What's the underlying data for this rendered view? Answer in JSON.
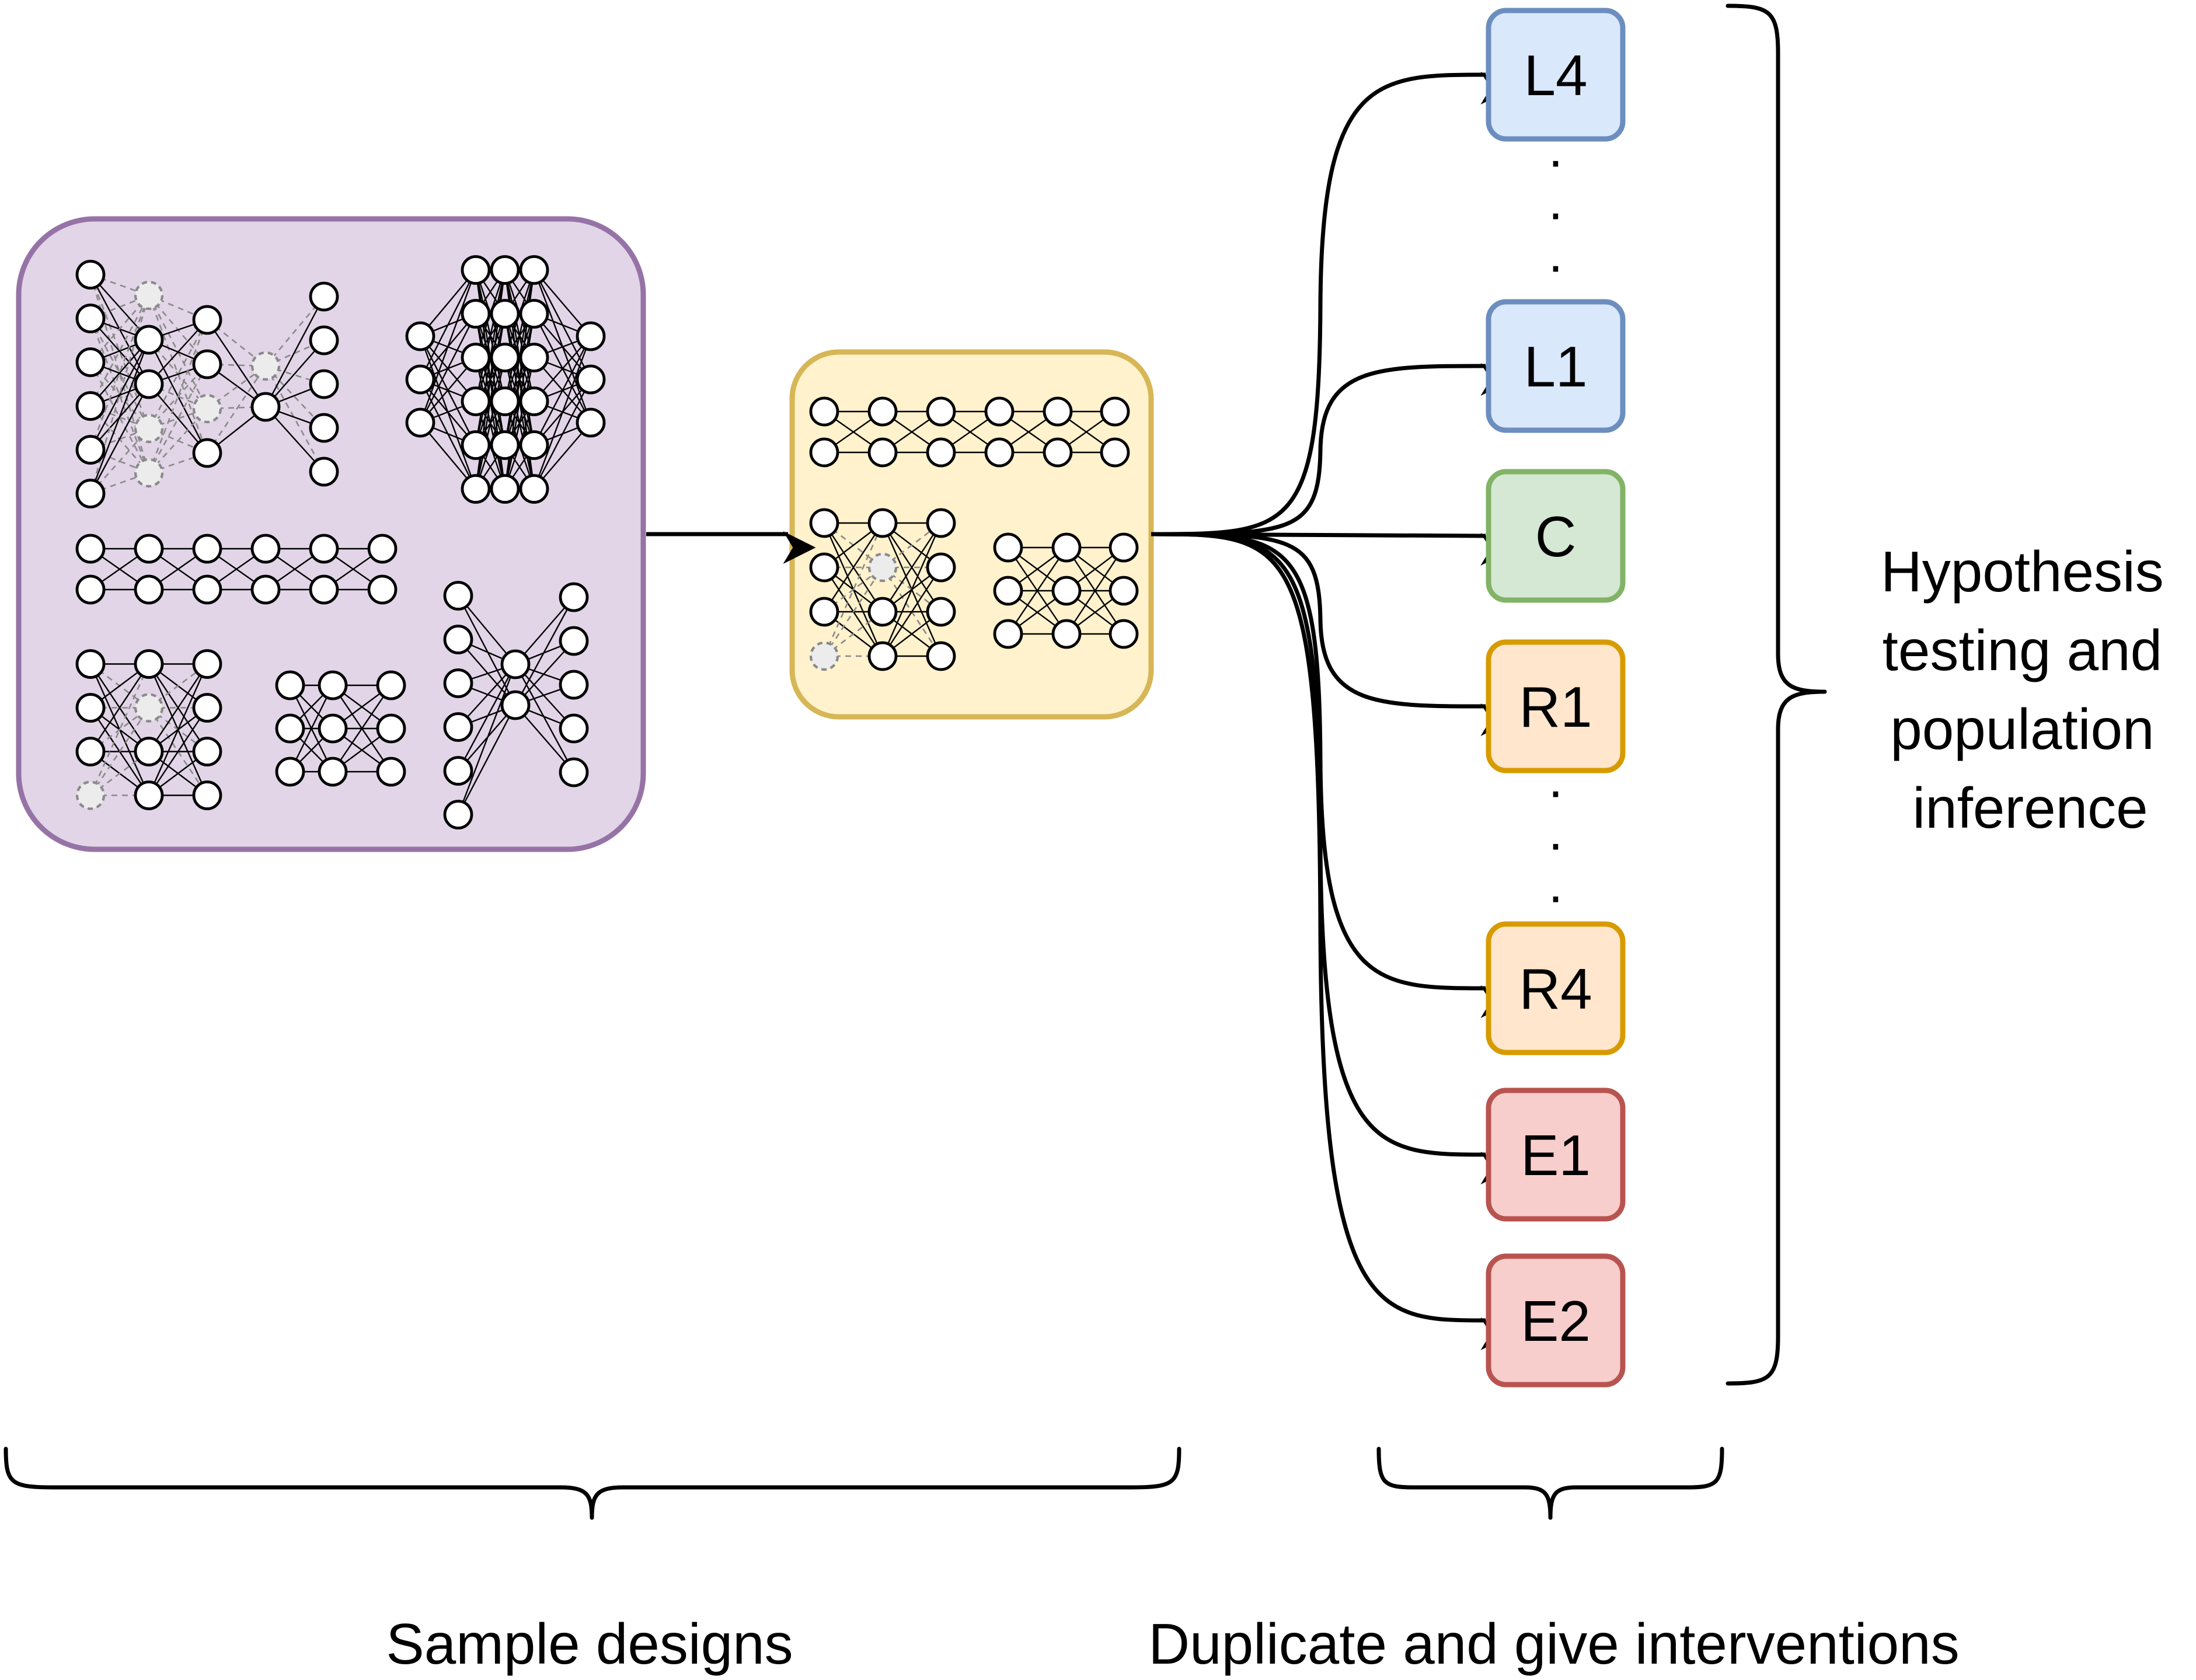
{
  "colors": {
    "population_fill": "#e1d5e7",
    "population_stroke": "#9673a6",
    "sample_fill": "#fff2cc",
    "sample_stroke": "#d6b656",
    "blue_fill": "#dae8fc",
    "blue_stroke": "#6c8ebf",
    "green_fill": "#d5e8d4",
    "green_stroke": "#82b366",
    "orange_fill": "#ffe6cc",
    "orange_stroke": "#d79b00",
    "red_fill": "#f8cecc",
    "red_stroke": "#b85450"
  },
  "interventions": [
    {
      "label": "L4",
      "color_group": "blue"
    },
    {
      "label": "L1",
      "color_group": "blue"
    },
    {
      "label": "C",
      "color_group": "green"
    },
    {
      "label": "R1",
      "color_group": "orange"
    },
    {
      "label": "R4",
      "color_group": "orange"
    },
    {
      "label": "E1",
      "color_group": "red"
    },
    {
      "label": "E2",
      "color_group": "red"
    }
  ],
  "ellipsis_dots": [
    "·",
    "·",
    "·"
  ],
  "right_label_lines": [
    "Hypothesis",
    "testing and",
    "population",
    "inference"
  ],
  "bottom_labels": {
    "sample": "Sample designs",
    "duplicate": "Duplicate and give interventions"
  }
}
